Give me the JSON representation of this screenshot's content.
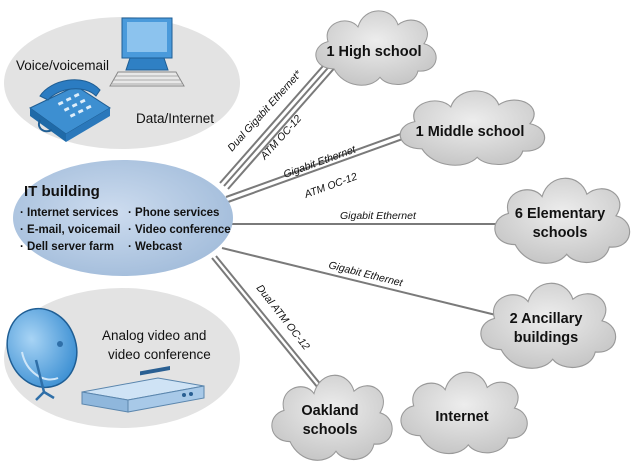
{
  "hub": {
    "title": "IT building",
    "services_left": [
      "· Internet services",
      "· E-mail, voicemail",
      "· Dell server farm"
    ],
    "services_right": [
      "· Phone services",
      "· Video conference",
      "· Webcast"
    ]
  },
  "voice_group": {
    "voice_label": "Voice/voicemail",
    "data_label": "Data/Internet"
  },
  "video_group": {
    "line1": "Analog video and",
    "line2": "video conference"
  },
  "clouds": {
    "high_school": [
      "1 High school"
    ],
    "middle_school": [
      "1 Middle school"
    ],
    "elementary": [
      "6 Elementary",
      "schools"
    ],
    "ancillary": [
      "2 Ancillary",
      "buildings"
    ],
    "oakland": [
      "Oakland",
      "schools"
    ],
    "internet": [
      "Internet"
    ]
  },
  "links": {
    "high_school_a": "Dual Gigabit Ethernet*",
    "high_school_b": "ATM OC-12",
    "middle_school_a": "Gigabit Ethernet",
    "middle_school_b": "ATM OC-12",
    "elementary": "Gigabit Ethernet",
    "ancillary": "Gigabit Ethernet",
    "oakland": "Dual ATM OC-12"
  },
  "colors": {
    "hub_fill": "#b9cfe6",
    "group_fill": "#e4e4e4",
    "cloud_fill": "#dcdcdc",
    "link_color": "#777777",
    "device_blue": "#3d8fd1"
  }
}
